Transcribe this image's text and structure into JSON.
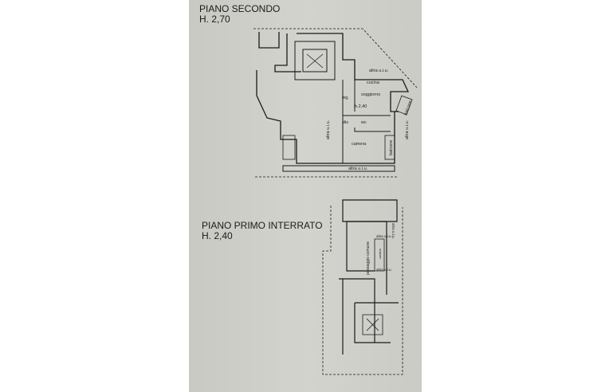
{
  "floors": [
    {
      "title": "PIANO SECONDO",
      "height": "H. 2,70",
      "rooms": {
        "altra1": "altra u.i.u.",
        "cucina": "cucina",
        "soggiorno": "soggiorno",
        "ing": "ing.",
        "h": "h.2,40",
        "dis": "dis",
        "wc": "wc",
        "camera": "camera",
        "balcone1": "balcone",
        "balcone2": "balcone",
        "altra2": "altra u.i.u.",
        "altra3": "altra u.i.u.",
        "altra4": "altra u.i.u."
      }
    },
    {
      "title": "PIANO PRIMO INTERRATO",
      "height": "H. 2,40",
      "rooms": {
        "passaggio": "passaggio comune",
        "altra1": "altra u.i.u.",
        "altra2": "altra u.i.u.",
        "altra3": "altra u.i.u.",
        "cantina": "cantina"
      }
    }
  ],
  "colors": {
    "paper": "#cfcfca",
    "ink": "#1a1a1a"
  }
}
